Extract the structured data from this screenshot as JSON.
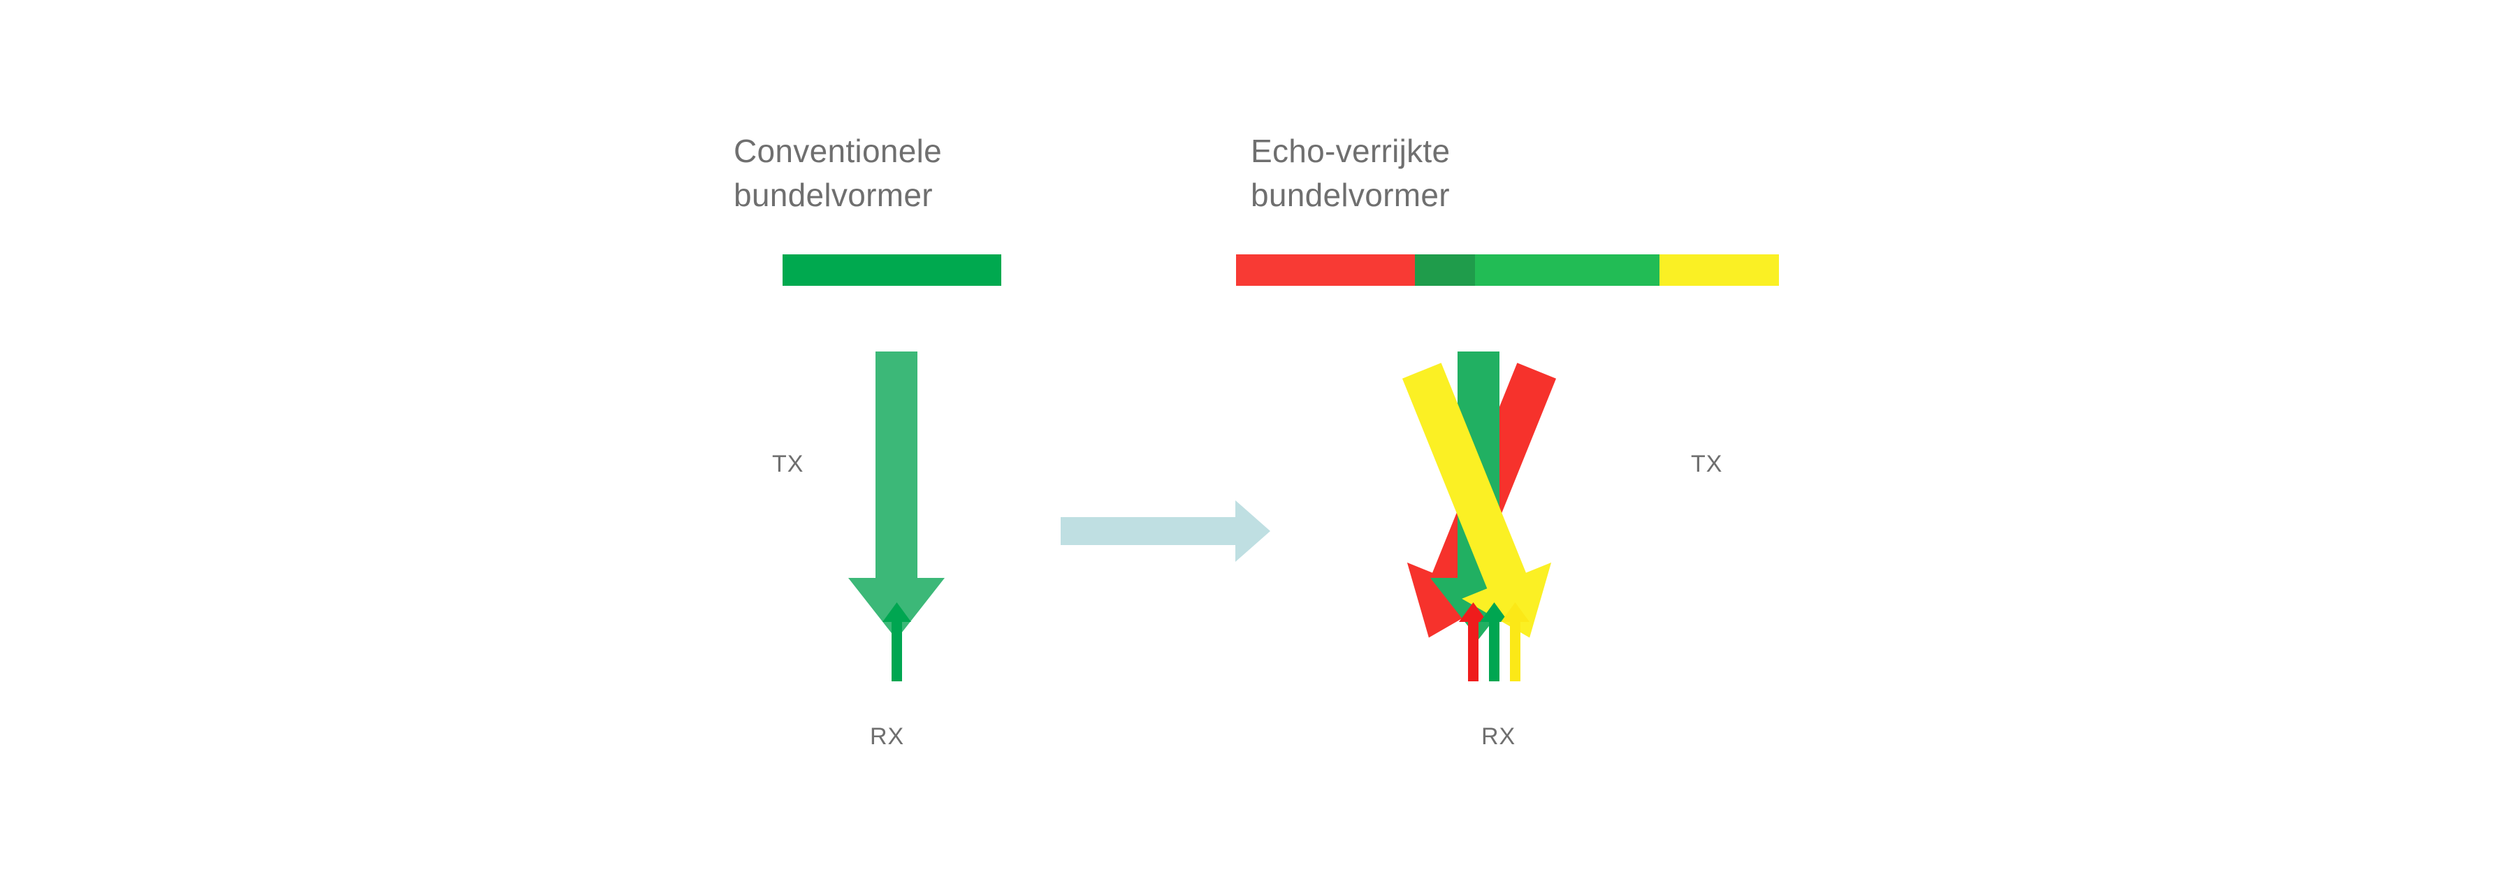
{
  "figure": {
    "background_color": "#ffffff",
    "text_color": "#6f6f6f"
  },
  "panels": {
    "left": {
      "title": "Conventionele\nbundelvormer",
      "transducer_bar": {
        "segments": [
          {
            "name": "green",
            "color": "#00a94f",
            "fraction": 1.0
          }
        ]
      },
      "tx_label": "TX",
      "rx_label": "RX",
      "tx_arrows": [
        {
          "name": "tx-green",
          "color": "#3cb878",
          "angle_deg": 0
        }
      ],
      "rx_arrows": [
        {
          "name": "rx-green",
          "color": "#00a651"
        }
      ]
    },
    "right": {
      "title": "Echo-verrijkte\nbundelvormer",
      "transducer_bar": {
        "segments": [
          {
            "name": "red",
            "color": "#f83a34",
            "fraction": 0.33
          },
          {
            "name": "dark-green",
            "color": "#1f9c4b",
            "fraction": 0.11
          },
          {
            "name": "green",
            "color": "#22bc55",
            "fraction": 0.34
          },
          {
            "name": "yellow",
            "color": "#faf024",
            "fraction": 0.22
          }
        ]
      },
      "tx_label": "TX",
      "rx_label": "RX",
      "tx_arrows": [
        {
          "name": "tx-red",
          "color": "#f6322c",
          "angle_deg": 22
        },
        {
          "name": "tx-green",
          "color": "#21b062",
          "angle_deg": 0
        },
        {
          "name": "tx-yellow",
          "color": "#fbf024",
          "angle_deg": -22
        }
      ],
      "rx_arrows": [
        {
          "name": "rx-red",
          "color": "#ef1c1c"
        },
        {
          "name": "rx-green",
          "color": "#00a651"
        },
        {
          "name": "rx-yellow",
          "color": "#fbe817"
        }
      ]
    }
  },
  "transition_arrow": {
    "name": "transition-arrow",
    "color": "#bfdfe2",
    "direction": "right"
  }
}
